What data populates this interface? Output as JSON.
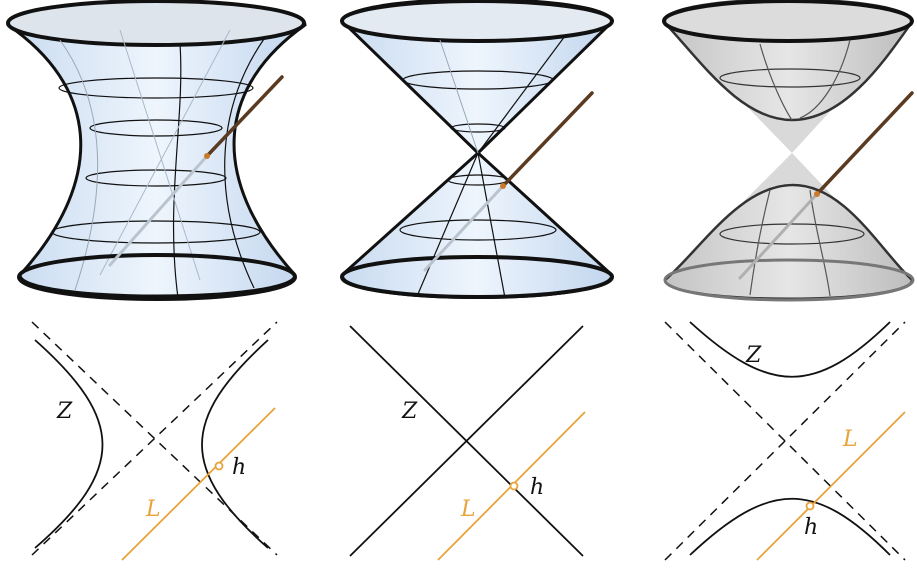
{
  "colors": {
    "orange": "#e8a33a",
    "surface_fill": "#dbe8f7",
    "grey_fill": "#d6d6d6",
    "rod": "#5a3a20",
    "stroke": "#111111"
  },
  "panels": [
    {
      "id": "one-sheet",
      "surface": "hyperboloid of one sheet",
      "labels": {
        "curve": "Z",
        "line": "L",
        "point": "h"
      }
    },
    {
      "id": "cone",
      "surface": "double cone",
      "labels": {
        "curve": "Z",
        "line": "L",
        "point": "h"
      }
    },
    {
      "id": "two-sheet",
      "surface": "hyperboloid of two sheets",
      "labels": {
        "curve": "Z",
        "line": "L",
        "point": "h"
      }
    }
  ]
}
